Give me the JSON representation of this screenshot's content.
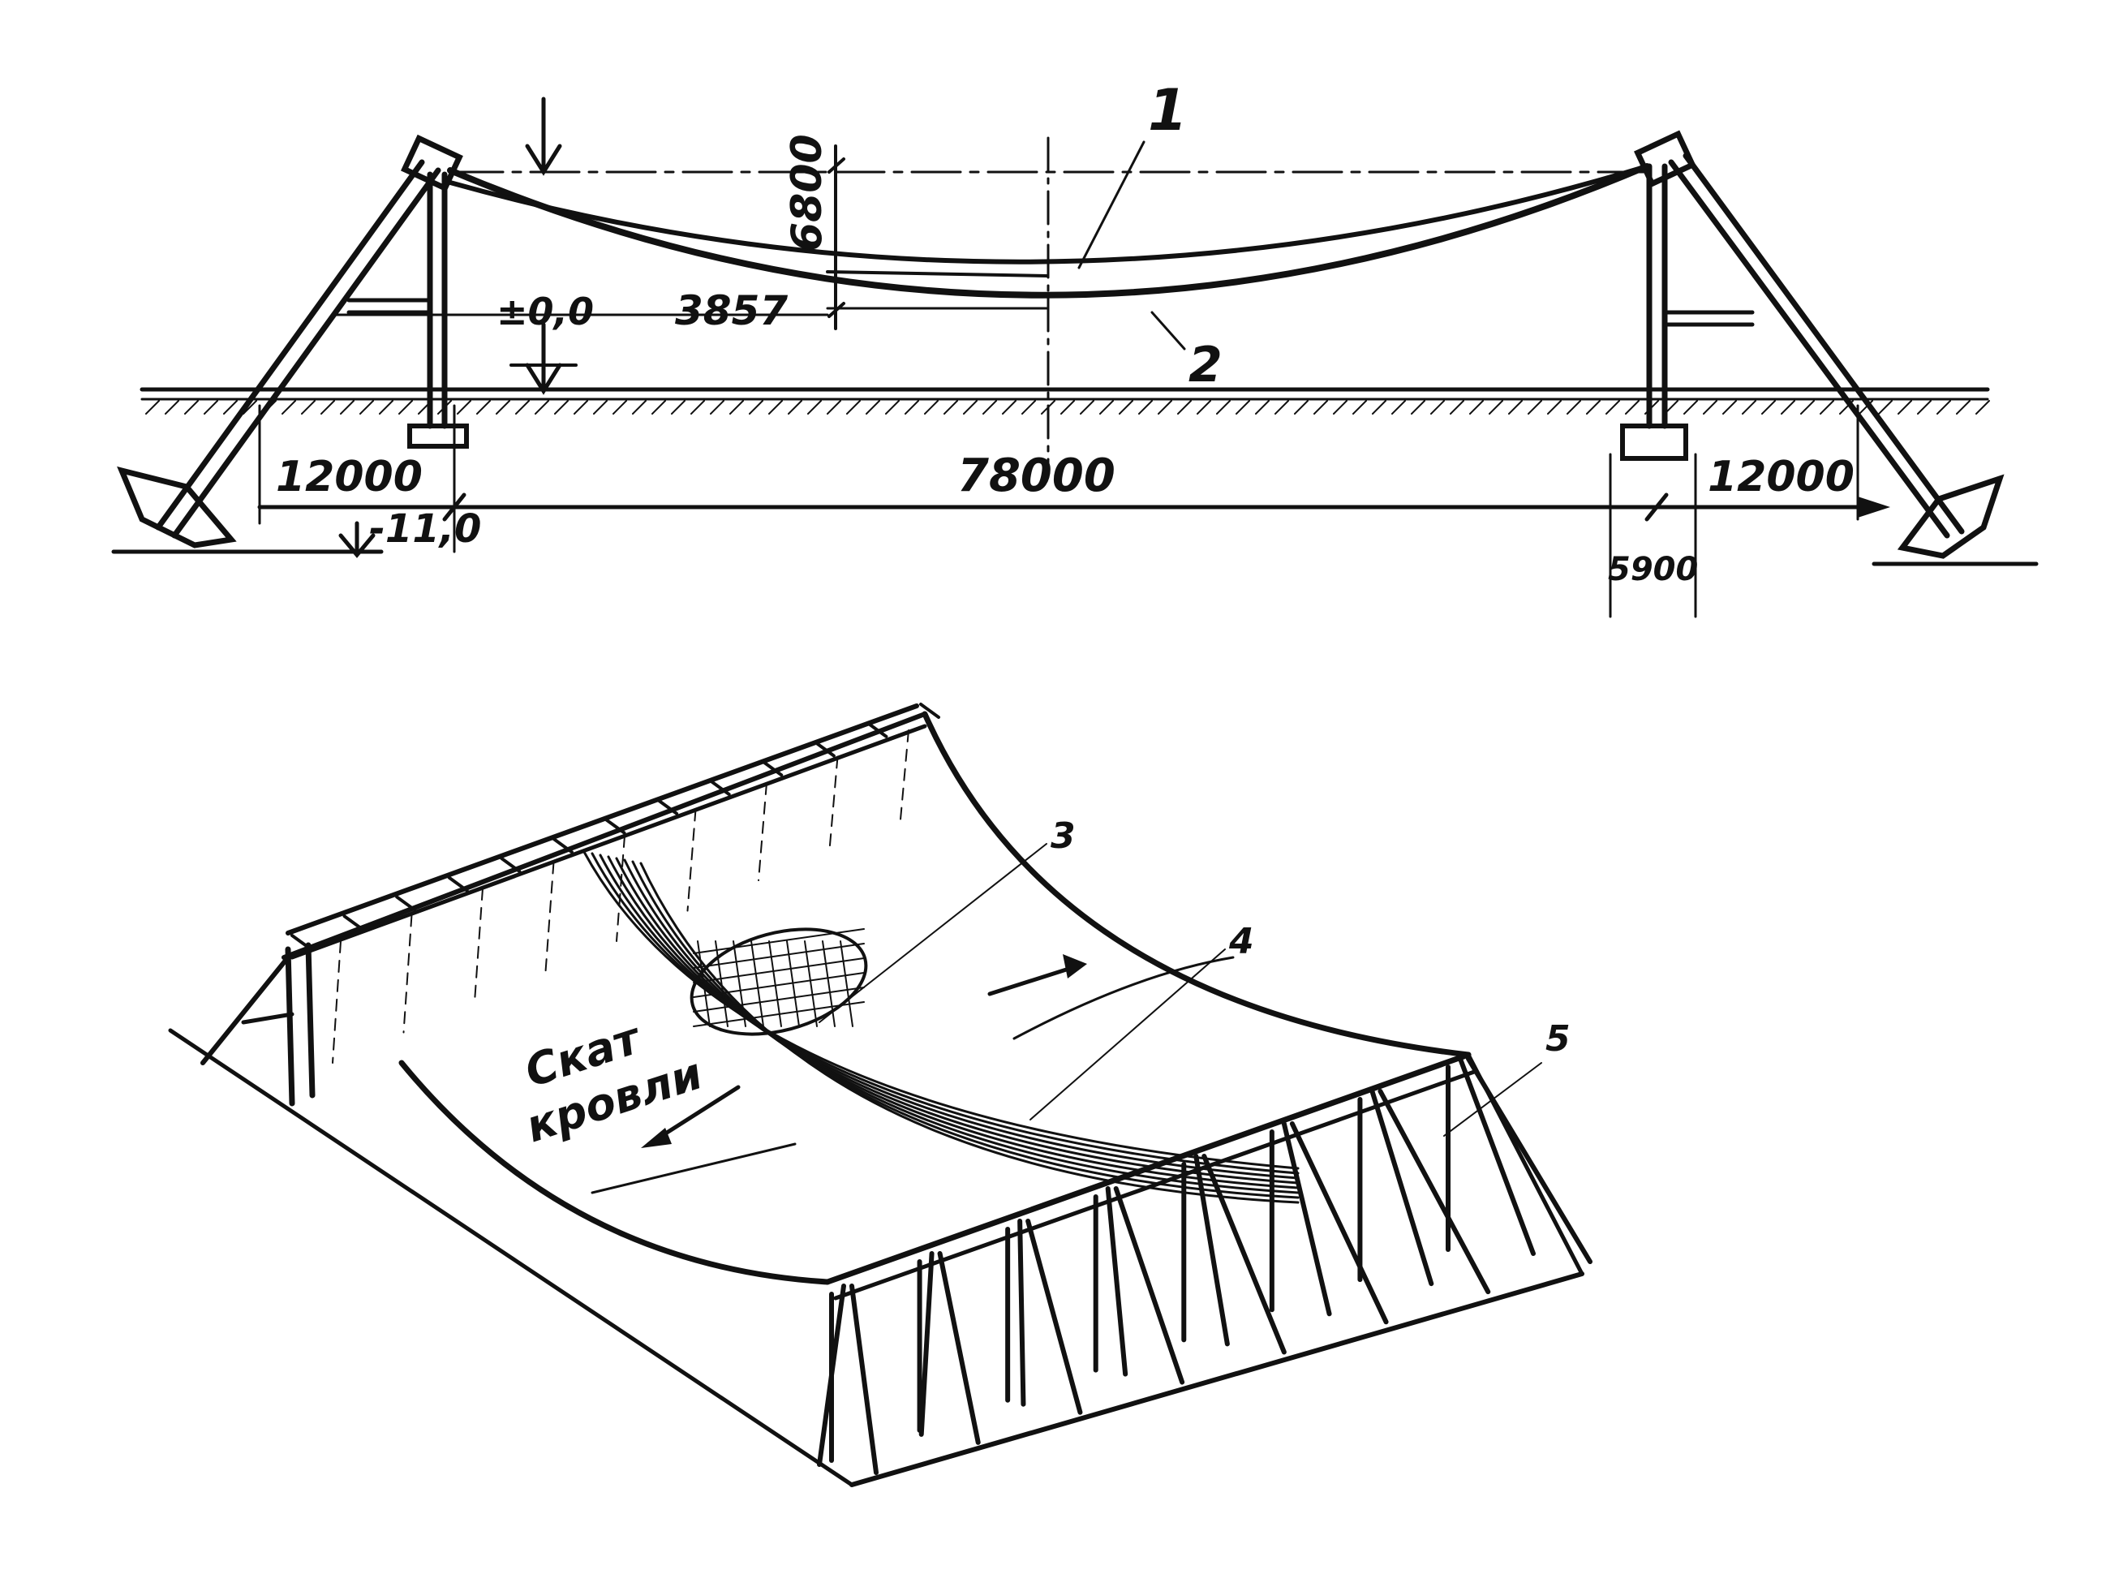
{
  "section": {
    "callout_1": "1",
    "callout_2": "2",
    "dim_sag": "6800",
    "dim_level": "3857",
    "mark_zero": "±0,0",
    "mark_anchor": "-11,0",
    "dim_left_anchor": "12000",
    "dim_span": "78000",
    "dim_right_anchor": "12000",
    "dim_footing": "5900"
  },
  "perspective": {
    "callout_3": "3",
    "callout_4": "4",
    "callout_5": "5",
    "slope_line1": "Скат",
    "slope_line2": "кровли"
  },
  "colors": {
    "ink": "#111111",
    "paper": "#ffffff"
  }
}
